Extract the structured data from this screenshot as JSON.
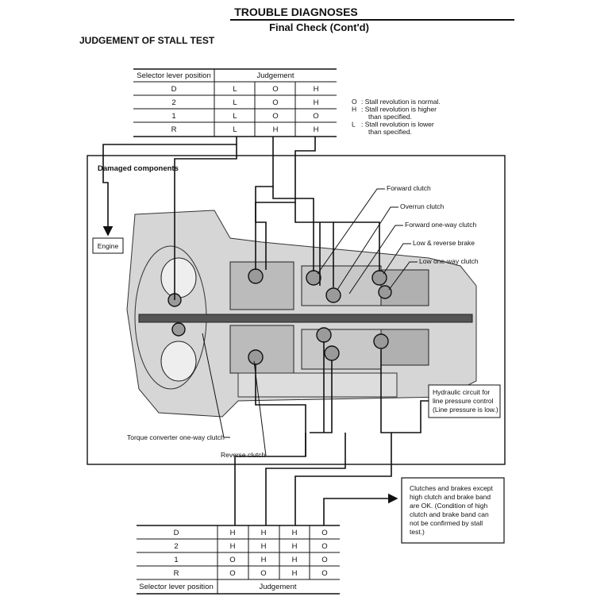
{
  "header": {
    "title": "TROUBLE DIAGNOSES",
    "subtitle": "Final Check (Cont'd)",
    "section": "JUDGEMENT OF STALL TEST"
  },
  "top_table": {
    "col_position": "Selector lever position",
    "col_judgement": "Judgement",
    "rows": [
      {
        "pos": "D",
        "vals": [
          "L",
          "O",
          "H"
        ]
      },
      {
        "pos": "2",
        "vals": [
          "L",
          "O",
          "H"
        ]
      },
      {
        "pos": "1",
        "vals": [
          "L",
          "O",
          "O"
        ]
      },
      {
        "pos": "R",
        "vals": [
          "L",
          "H",
          "H"
        ]
      }
    ]
  },
  "legend": [
    {
      "sym": "O",
      "text": [
        ": Stall revolution is normal."
      ]
    },
    {
      "sym": "H",
      "text": [
        ": Stall revolution is higher",
        "than specified."
      ]
    },
    {
      "sym": "L",
      "text": [
        ": Stall revolution is lower",
        "than specified."
      ]
    }
  ],
  "diagram": {
    "title": "Damaged components",
    "engine": "Engine",
    "labels": {
      "forward_clutch": "Forward clutch",
      "overrun_clutch": "Overrun clutch",
      "forward_one_way_clutch": "Forward one-way clutch",
      "low_reverse_brake": "Low & reverse brake",
      "low_one_way_clutch": "Low one-way clutch",
      "torque_converter": "Torque converter one-way clutch",
      "reverse_clutch": "Reverse clutch"
    },
    "hydraulic": [
      "Hydraulic circuit for",
      "line pressure control",
      "(Line pressure is low.)"
    ]
  },
  "callout": [
    "Clutches and brakes except",
    "high clutch and brake band",
    "are OK. (Condition of high",
    "clutch and brake band can",
    "not be confirmed by stall",
    "test.)"
  ],
  "bottom_table": {
    "col_position": "Selector lever position",
    "col_judgement": "Judgement",
    "rows": [
      {
        "pos": "D",
        "vals": [
          "H",
          "H",
          "H",
          "O"
        ]
      },
      {
        "pos": "2",
        "vals": [
          "H",
          "H",
          "H",
          "O"
        ]
      },
      {
        "pos": "1",
        "vals": [
          "O",
          "H",
          "H",
          "O"
        ]
      },
      {
        "pos": "R",
        "vals": [
          "O",
          "O",
          "H",
          "O"
        ]
      }
    ]
  }
}
